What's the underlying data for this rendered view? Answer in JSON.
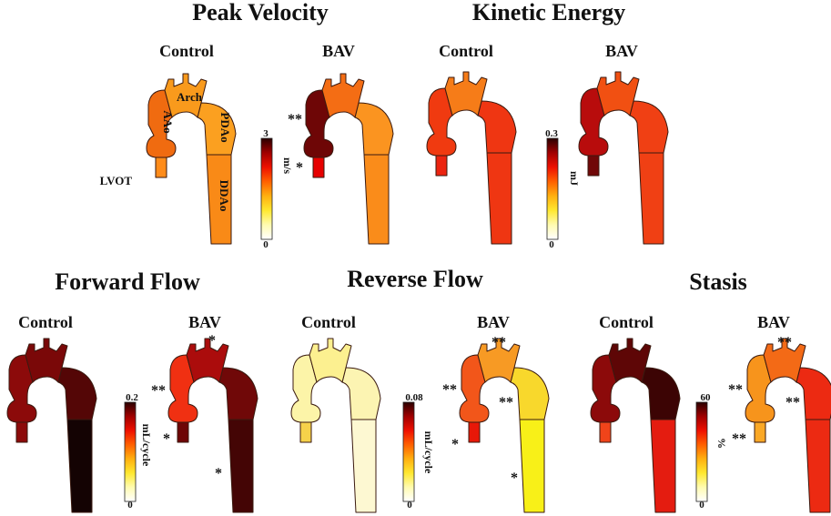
{
  "panels": [
    {
      "title": "Peak Velocity",
      "scale": {
        "max": "3",
        "min": "0",
        "unit": "m/s"
      },
      "groups": [
        {
          "label": "Control",
          "regions": {
            "lvot": "#ff8c1a",
            "aao": "#f06b10",
            "arch": "#f99a1c",
            "pdao": "#fba020",
            "ddao": "#f98a17"
          },
          "marks": []
        },
        {
          "label": "BAV",
          "regions": {
            "lvot": "#e60000",
            "aao": "#6e0606",
            "arch": "#f46d14",
            "pdao": "#fb9420",
            "ddao": "#fa8c1a"
          },
          "marks": [
            "**",
            "*"
          ]
        }
      ]
    },
    {
      "title": "Kinetic Energy",
      "scale": {
        "max": "0.3",
        "min": "0",
        "unit": "mJ"
      },
      "groups": [
        {
          "label": "Control",
          "regions": {
            "lvot": "#ec2410",
            "aao": "#f03a10",
            "arch": "#f67c18",
            "pdao": "#ef3612",
            "ddao": "#ef3612"
          },
          "marks": []
        },
        {
          "label": "BAV",
          "regions": {
            "lvot": "#700808",
            "aao": "#b80c0c",
            "arch": "#f15012",
            "pdao": "#f04014",
            "ddao": "#f04014"
          },
          "marks": []
        }
      ]
    },
    {
      "title": "Forward Flow",
      "scale": {
        "max": "0.2",
        "min": "0",
        "unit": "mL/cycle"
      },
      "groups": [
        {
          "label": "Control",
          "regions": {
            "lvot": "#8c0a0a",
            "aao": "#8c0a0a",
            "arch": "#7a0808",
            "pdao": "#540606",
            "ddao": "#140303"
          },
          "marks": []
        },
        {
          "label": "BAV",
          "regions": {
            "lvot": "#6e0606",
            "aao": "#f03012",
            "arch": "#ab0c0c",
            "pdao": "#700808",
            "ddao": "#440505"
          },
          "marks": [
            "*",
            "**",
            "*",
            "*"
          ]
        }
      ]
    },
    {
      "title": "Reverse Flow",
      "scale": {
        "max": "0.08",
        "min": "0",
        "unit": "mL/cycle"
      },
      "groups": [
        {
          "label": "Control",
          "regions": {
            "lvot": "#f6d24a",
            "aao": "#fcf4a8",
            "arch": "#fcf090",
            "pdao": "#fcf4b2",
            "ddao": "#fdf8d2"
          },
          "marks": []
        },
        {
          "label": "BAV",
          "regions": {
            "lvot": "#e81808",
            "aao": "#f2561a",
            "arch": "#f79a24",
            "pdao": "#f8d82c",
            "ddao": "#f8f018"
          },
          "marks": [
            "**",
            "**",
            "**",
            "*",
            "*"
          ]
        }
      ]
    },
    {
      "title": "Stasis",
      "scale": {
        "max": "60",
        "min": "0",
        "unit": "%"
      },
      "groups": [
        {
          "label": "Control",
          "regions": {
            "lvot": "#f0441a",
            "aao": "#8c0a0a",
            "arch": "#5e0606",
            "pdao": "#3c0404",
            "ddao": "#e41c10"
          },
          "marks": []
        },
        {
          "label": "BAV",
          "regions": {
            "lvot": "#faa826",
            "aao": "#f7941c",
            "arch": "#f36a16",
            "pdao": "#ec2a12",
            "ddao": "#ec2a12"
          },
          "marks": [
            "**",
            "**",
            "**",
            "**"
          ]
        }
      ]
    }
  ],
  "anatomy_labels": {
    "aao": "AAo",
    "arch": "Arch",
    "pdao": "PDAo",
    "ddao": "DDAo",
    "lvot": "LVOT"
  },
  "colormap": [
    "#ffffff",
    "#fffbb0",
    "#ffe830",
    "#ffb010",
    "#ff6000",
    "#ee1000",
    "#a00000",
    "#2a0000"
  ]
}
